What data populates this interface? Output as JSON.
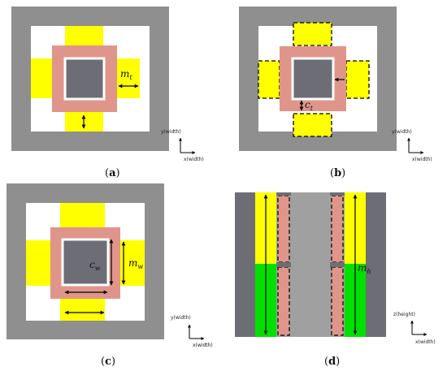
{
  "panels": {
    "a": {
      "caption": "a",
      "axis_y": "y(width)",
      "axis_x": "x(width)",
      "dim_label": "m",
      "dim_sub": "t"
    },
    "b": {
      "caption": "b",
      "axis_y": "y(width)",
      "axis_x": "x(width)",
      "dim_label": "c",
      "dim_sub": "t"
    },
    "c": {
      "caption": "c",
      "axis_y": "y(width)",
      "axis_x": "x(width)",
      "dim_label_1": "c",
      "dim_sub_1": "w",
      "dim_label_2": "m",
      "dim_sub_2": "w"
    },
    "d": {
      "caption": "d",
      "axis_y": "z(height)",
      "axis_x": "x(width)",
      "dim_label": "m",
      "dim_sub": "h"
    }
  },
  "colors": {
    "frame_gray": "#8f8f8f",
    "inner_gray": "#6d6e75",
    "pink": "#e0958a",
    "yellow": "#ffff00",
    "green": "#00e000",
    "side_gray": "#a0a0a0"
  }
}
